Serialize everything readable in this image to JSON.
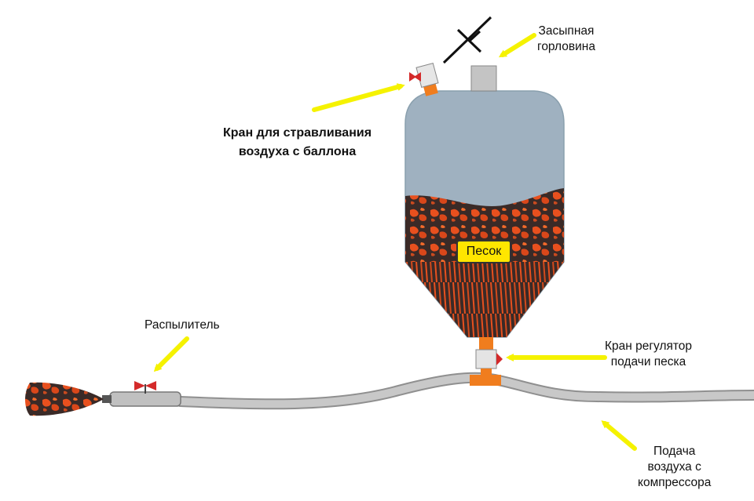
{
  "labels": {
    "filler_neck": [
      "Засыпная",
      "горловина"
    ],
    "release_valve": [
      "Кран для стравливания",
      "воздуха с баллона"
    ],
    "sand": "Песок",
    "sprayer": "Распылитель",
    "regulator_valve": [
      "Кран регулятор",
      "подачи песка"
    ],
    "air_supply": [
      "Подача",
      "воздуха с",
      "компрессора"
    ]
  },
  "colors": {
    "arrow": "#f5f200",
    "air_body": "#9fb1c0",
    "sand_dark": "#2f2524",
    "sand_orange": "#e8501e",
    "fitting": "#f07d1e",
    "hose": "#b9b9b9",
    "valve_handle": "#d42a2a"
  }
}
